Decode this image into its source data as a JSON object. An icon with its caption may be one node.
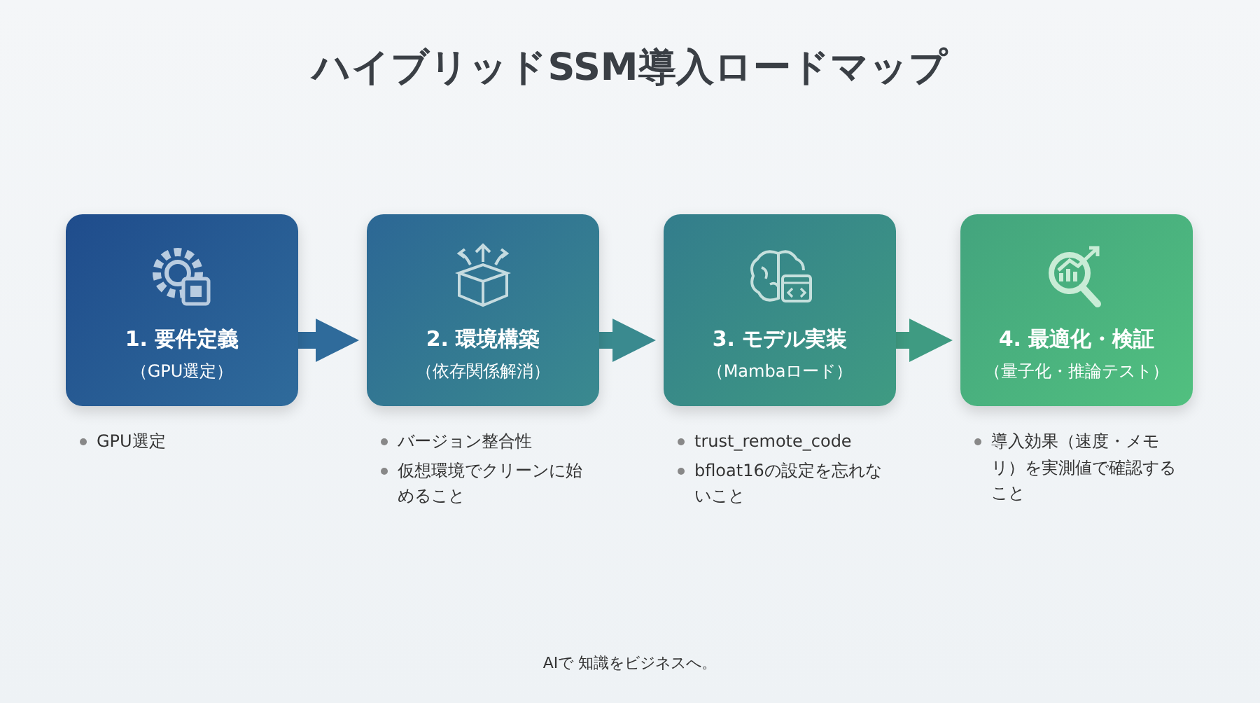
{
  "diagram": {
    "title": "ハイブリッドSSM導入ロードマップ",
    "nodes": [
      {
        "text": [
          "1. 要件定義",
          "（GPU選定）"
        ],
        "beside": [
          "GPU選定"
        ]
      },
      {
        "text": [
          "2. 環境構築",
          "（依存関係解消）"
        ],
        "beside": [
          "バージョン整合性",
          "仮想環境でクリーンに始めること"
        ]
      },
      {
        "text": [
          "3. モデル実装",
          "（Mambaロード）"
        ],
        "beside": [
          "trust_remote_code",
          "bfloat16の設定を忘れないこと"
        ]
      },
      {
        "text": [
          "4. 最適化・検証",
          "（量子化・推論テスト）"
        ],
        "beside": [
          "導入効果（速度・メモリ）を実測値で確認すること"
        ]
      }
    ],
    "edges": [
      {
        "from": 0,
        "to": 1,
        "arrow": "to"
      },
      {
        "from": 1,
        "to": 2,
        "arrow": "to"
      },
      {
        "from": 2,
        "to": 3,
        "arrow": "to"
      }
    ],
    "labels": [
      "AIで 知識をビジネスへ。"
    ]
  }
}
